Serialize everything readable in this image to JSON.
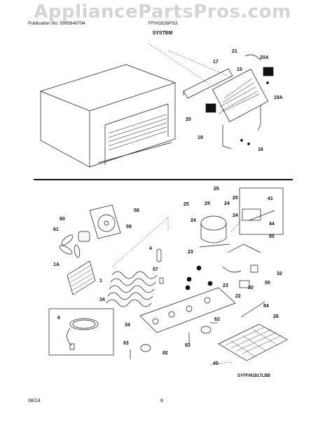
{
  "watermark": "AppliancePartsPros.com",
  "header": {
    "publication": "Publication No: 5995649794",
    "model": "FFHI1826PS3"
  },
  "title": "SYSTEM",
  "diagram_ref": "SYFFHI1817LBB",
  "footer": {
    "date": "08/14",
    "page": "8"
  },
  "callouts": {
    "c17": "17",
    "c21": "21",
    "c20A": "20A",
    "c15": "15",
    "c19A": "19A",
    "c20": "20",
    "c19": "19",
    "c16": "16",
    "c25a": "25",
    "c25b": "25",
    "c25c": "25",
    "c29": "29",
    "c24a": "24",
    "c24b": "24",
    "c24c": "24",
    "c41": "41",
    "c44": "44",
    "c58": "58",
    "c59": "59",
    "c60": "60",
    "c61": "61",
    "c1A": "1A",
    "c4": "4",
    "c85": "85",
    "c23a": "23",
    "c23b": "23",
    "c57": "57",
    "c1": "1",
    "c32": "32",
    "c55": "55",
    "c30": "30",
    "c34a": "34",
    "c34b": "34",
    "c22": "22",
    "c6": "6",
    "c84": "84",
    "c26": "26",
    "c62": "62",
    "c83a": "83",
    "c83b": "83",
    "c82": "82",
    "c45": "45"
  }
}
